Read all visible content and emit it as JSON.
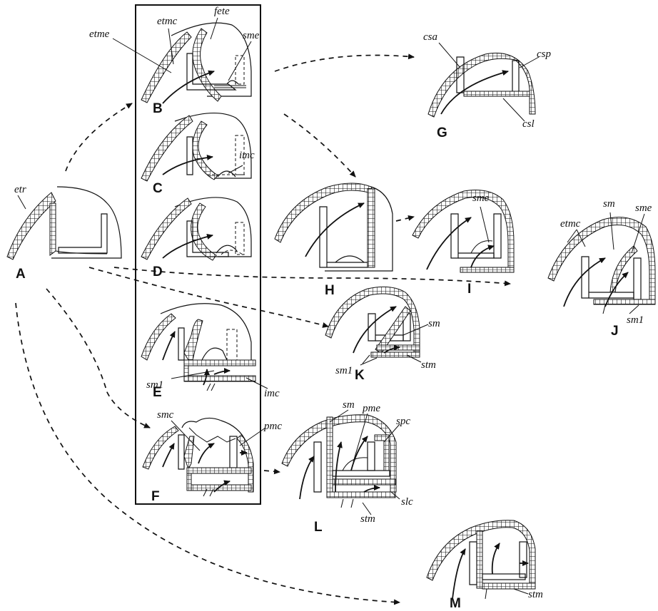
{
  "panels": [
    "A",
    "B",
    "C",
    "D",
    "E",
    "F",
    "G",
    "H",
    "I",
    "J",
    "K",
    "L",
    "M"
  ],
  "labels": {
    "etr": "etr",
    "etme": "etme",
    "etmc": "etmc",
    "fete": "fete",
    "sme": "sme",
    "imc": "imc",
    "sm1": "sm1",
    "smc": "smc",
    "pmc": "pmc",
    "csa": "csa",
    "csp": "csp",
    "csl": "csl",
    "sm": "sm",
    "stm": "stm",
    "pme": "pme",
    "spc": "spc",
    "slc": "slc"
  }
}
